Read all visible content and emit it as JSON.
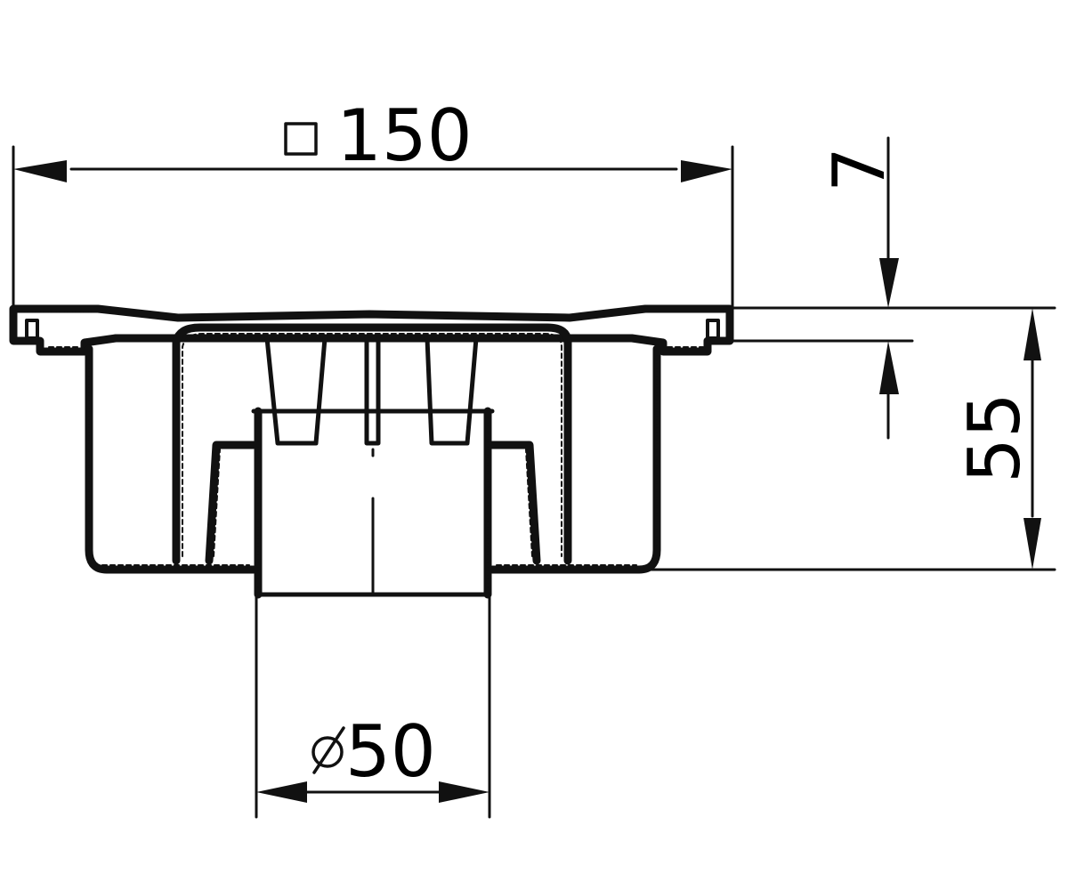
{
  "drawing": {
    "dimensions": {
      "width": {
        "symbol": "square",
        "value": "150"
      },
      "flange_height": {
        "value": "7"
      },
      "total_height": {
        "value": "55"
      },
      "outlet_diameter": {
        "symbol": "diameter",
        "value": "50"
      }
    }
  },
  "colors": {
    "line": "#111111",
    "hatch": "#ffffff",
    "background": "#ffffff"
  }
}
